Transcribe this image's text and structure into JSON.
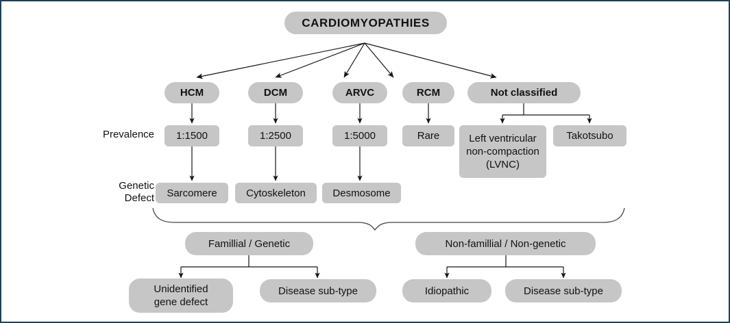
{
  "diagram": {
    "title": "CARDIOMYOPATHIES",
    "border_color": "#1b4257",
    "node_fill": "#c6c6c6",
    "line_color": "#222222",
    "root": {
      "label": "CARDIOMYOPATHIES"
    },
    "row_labels": {
      "prevalence": "Prevalence",
      "genetic_defect": "Genetic\nDefect"
    },
    "types": [
      {
        "label": "HCM"
      },
      {
        "label": "DCM"
      },
      {
        "label": "ARVC"
      },
      {
        "label": "RCM"
      },
      {
        "label": "Not classified"
      }
    ],
    "prevalence": [
      {
        "label": "1:1500"
      },
      {
        "label": "1:2500"
      },
      {
        "label": "1:5000"
      },
      {
        "label": "Rare"
      }
    ],
    "not_classified_children": [
      {
        "label": "Left ventricular\nnon-compaction\n(LVNC)"
      },
      {
        "label": "Takotsubo"
      }
    ],
    "genetic_defects": [
      {
        "label": "Sarcomere"
      },
      {
        "label": "Cytoskeleton"
      },
      {
        "label": "Desmosome"
      }
    ],
    "categories": [
      {
        "label": "Famillial / Genetic",
        "children": [
          {
            "label": "Unidentified\ngene defect"
          },
          {
            "label": "Disease sub-type"
          }
        ]
      },
      {
        "label": "Non-famillial / Non-genetic",
        "children": [
          {
            "label": "Idiopathic"
          },
          {
            "label": "Disease sub-type"
          }
        ]
      }
    ]
  }
}
